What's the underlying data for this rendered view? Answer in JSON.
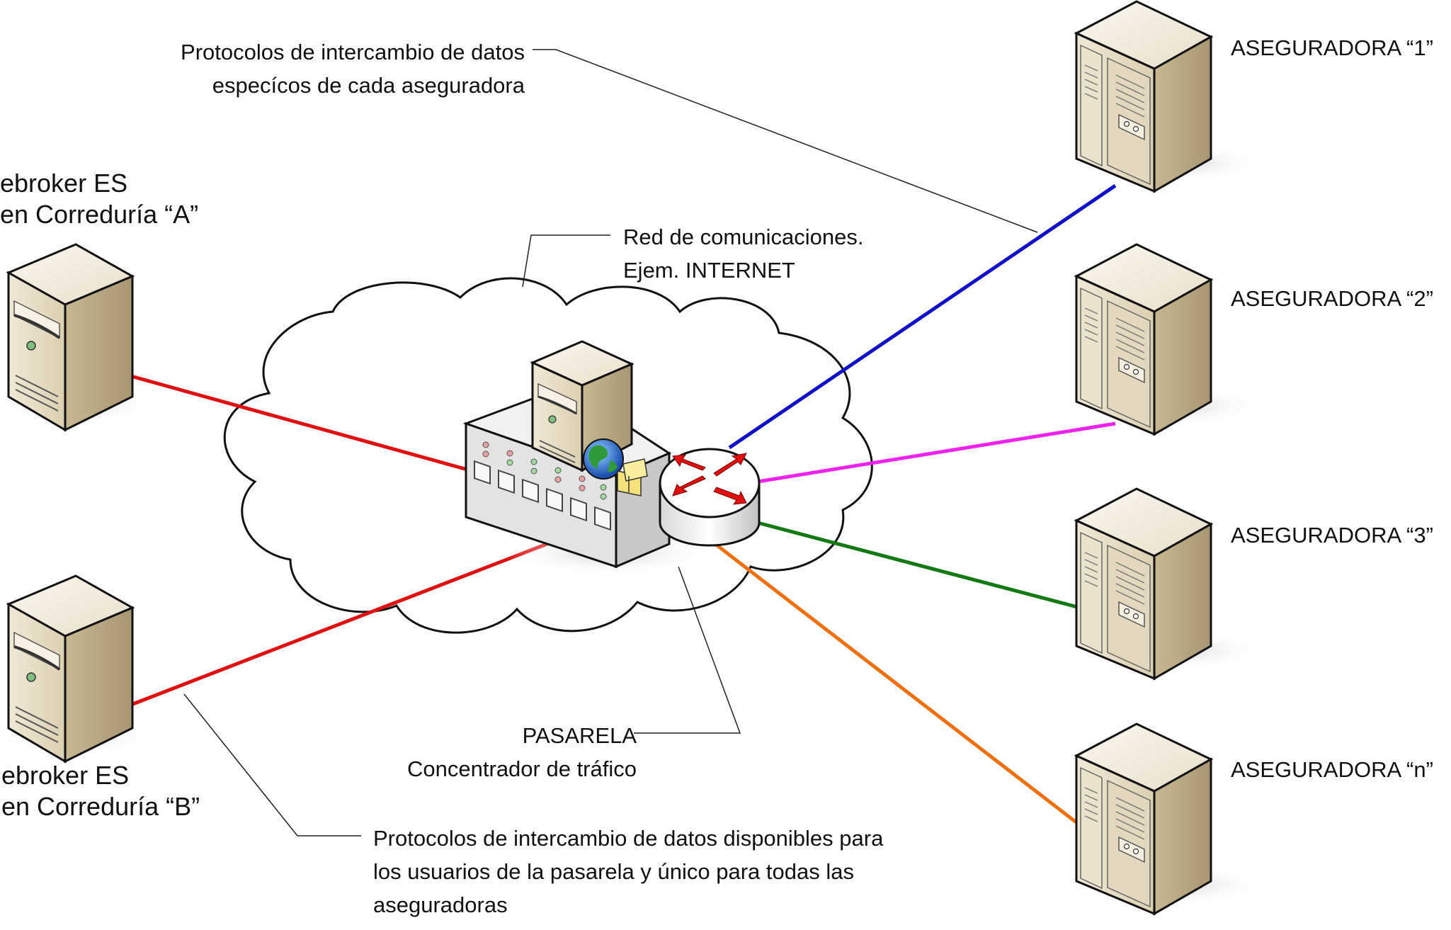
{
  "labels": {
    "top_note_line1": "Protocolos de intercambio de datos",
    "top_note_line2": "especícos de cada aseguradora",
    "broker_a_line1": "ebroker ES",
    "broker_a_line2": "en Correduría “A”",
    "broker_b_line1": "ebroker ES",
    "broker_b_line2": "en Correduría “B”",
    "network_line1": "Red de comunicaciones.",
    "network_line2": "Ejem. INTERNET",
    "gateway_line1": "PASARELA",
    "gateway_line2": "Concentrador de tráfico",
    "bottom_note_line1": "Protocolos de intercambio de datos disponibles para",
    "bottom_note_line2": "los usuarios de la pasarela y único para todas las",
    "bottom_note_line3": "aseguradoras",
    "insurer_1": "ASEGURADORA “1”",
    "insurer_2": "ASEGURADORA “2”",
    "insurer_3": "ASEGURADORA “3”",
    "insurer_n": "ASEGURADORA “n”"
  },
  "icons": [
    "server-icon",
    "cloud-icon",
    "switch-icon",
    "router-icon",
    "globe-icon"
  ],
  "colors": {
    "broker_links": "#e01010",
    "insurer_1_link": "#1010c8",
    "insurer_2_link": "#ee22ee",
    "insurer_3_link": "#137a13",
    "insurer_n_link": "#f07010",
    "server_body": "#e6dcc4",
    "router_arrows": "#e01010"
  }
}
